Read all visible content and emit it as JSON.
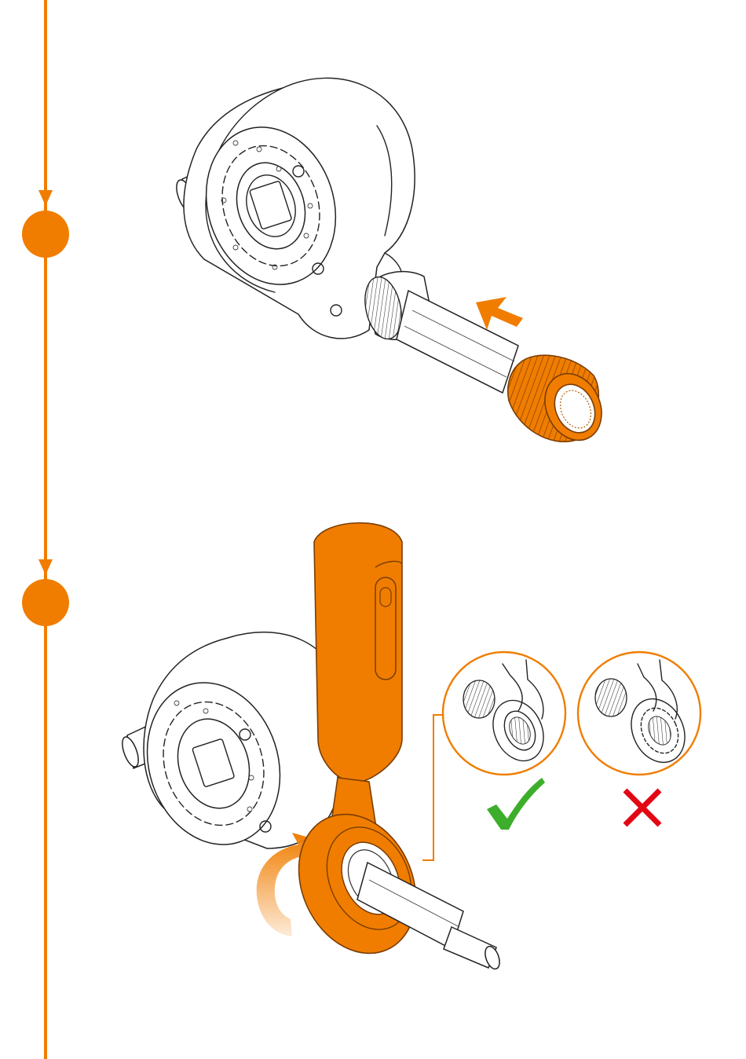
{
  "colors": {
    "accent": "#F07D00",
    "ok": "#3DAE2B",
    "error": "#E30613",
    "line": "#222222"
  },
  "steps": [
    {
      "icon": "step-marker-dot",
      "action": "slide-nut-onto-shaft",
      "arrow": "push-direction-arrow"
    },
    {
      "icon": "step-marker-dot",
      "action": "tighten-with-ratchet-wrench",
      "arrow": "rotation-arrow"
    }
  ],
  "callouts": [
    {
      "icon": "check-icon",
      "status": "correct"
    },
    {
      "icon": "cross-icon",
      "status": "incorrect"
    }
  ]
}
